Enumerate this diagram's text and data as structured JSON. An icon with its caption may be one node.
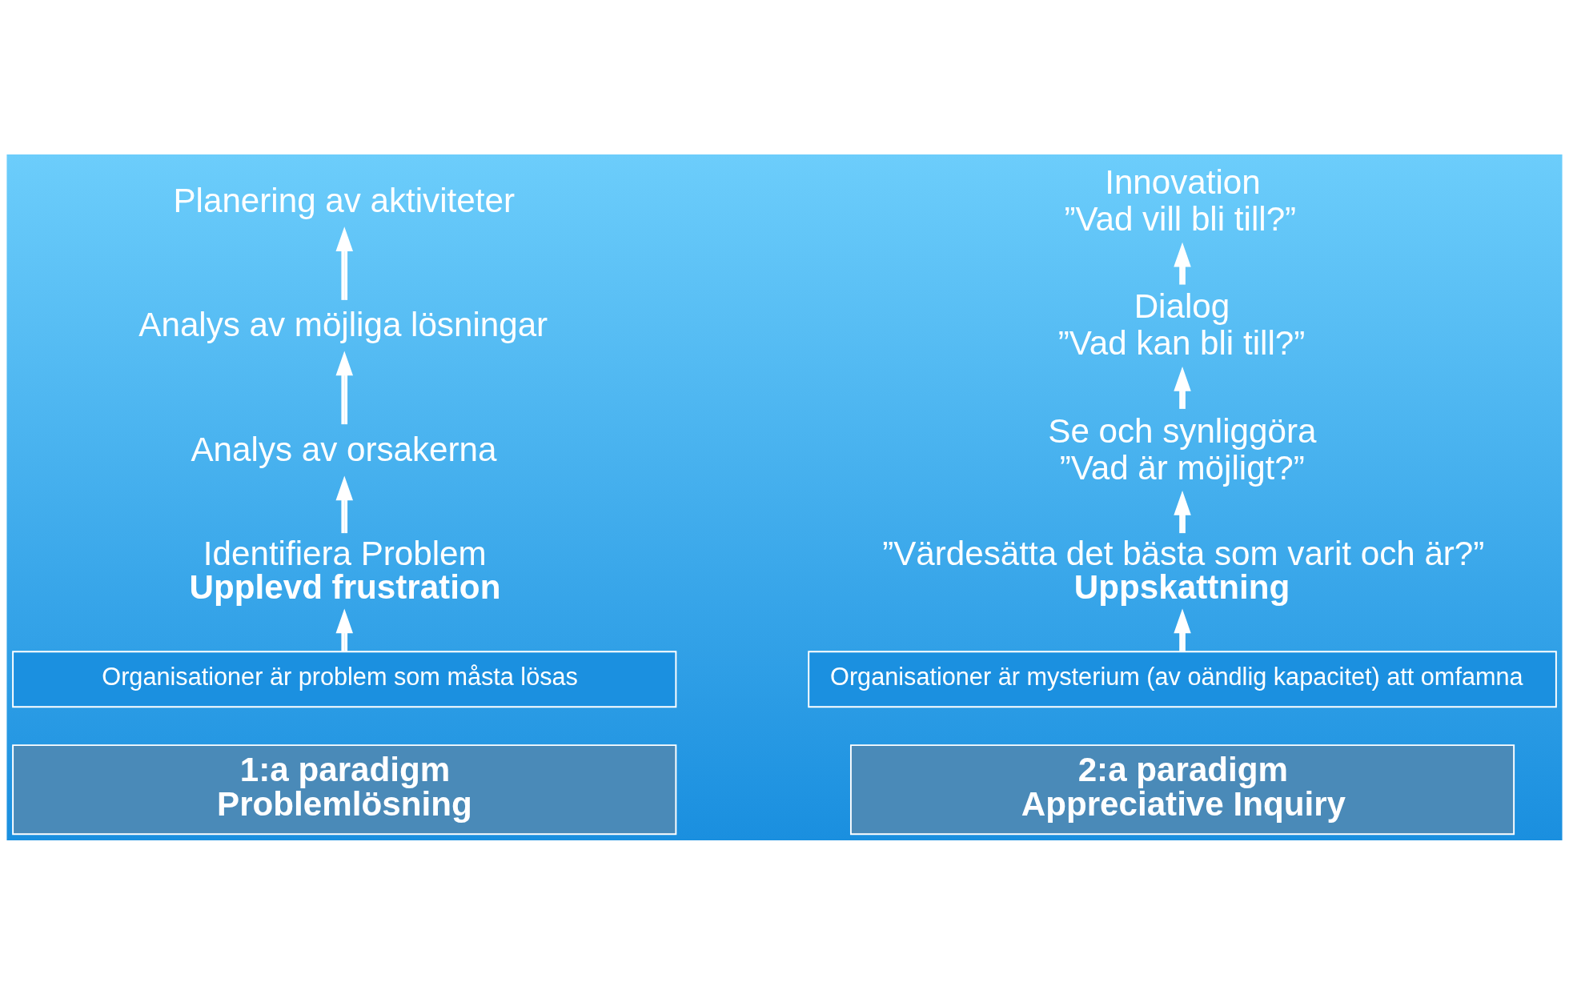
{
  "diagram": {
    "nodes": [
      {
        "text": [
          "Planering av aktiviteter"
        ]
      },
      {
        "text": [
          "Analys av möjliga lösningar"
        ]
      },
      {
        "text": [
          "Analys av orsakerna"
        ]
      },
      {
        "text": [
          "Identifiera Problem",
          "Upplevd frustration"
        ]
      },
      {
        "text": [
          "Organisationer är problem som måsta lösas"
        ]
      },
      {
        "text": [
          "1:a paradigm",
          "Problemlösning"
        ]
      },
      {
        "text": [
          "Innovation",
          "”Vad vill bli till?”"
        ]
      },
      {
        "text": [
          "Dialog",
          "”Vad kan bli till?”"
        ]
      },
      {
        "text": [
          "Se och synliggöra",
          "”Vad är möjligt?”"
        ]
      },
      {
        "text": [
          "”Värdesätta det bästa som varit och är?”",
          "Uppskattning"
        ]
      },
      {
        "text": [
          "Organisationer är mysterium (av oändlig kapacitet) att omfamna"
        ]
      },
      {
        "text": [
          "2:a paradigm",
          "Appreciative Inquiry"
        ]
      }
    ],
    "edges": [
      {
        "from": 4,
        "to": 3,
        "arrow": "to"
      },
      {
        "from": 3,
        "to": 2,
        "arrow": "to"
      },
      {
        "from": 2,
        "to": 1,
        "arrow": "to"
      },
      {
        "from": 1,
        "to": 0,
        "arrow": "to"
      },
      {
        "from": 10,
        "to": 9,
        "arrow": "to"
      },
      {
        "from": 9,
        "to": 8,
        "arrow": "to"
      },
      {
        "from": 8,
        "to": 7,
        "arrow": "to"
      },
      {
        "from": 7,
        "to": 6,
        "arrow": "to"
      }
    ]
  }
}
